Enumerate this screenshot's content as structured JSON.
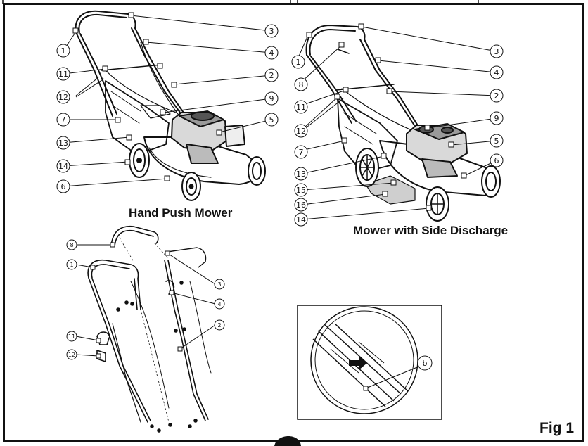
{
  "captions": {
    "hand_push": "Hand Push Mower",
    "side_discharge": "Mower with Side Discharge",
    "figure": "Fig 1"
  },
  "callouts": {
    "hand_push": [
      "3",
      "1",
      "4",
      "11",
      "2",
      "9",
      "12",
      "7",
      "5",
      "13",
      "14",
      "6"
    ],
    "side_discharge": [
      "1",
      "3",
      "8",
      "4",
      "11",
      "2",
      "9",
      "12",
      "5",
      "7",
      "6",
      "13",
      "15",
      "16",
      "14"
    ],
    "exploded": [
      "8",
      "1",
      "3",
      "4",
      "11",
      "2",
      "12"
    ],
    "detail": [
      "b"
    ]
  },
  "colors": {
    "line": "#111111",
    "frame": "#111111",
    "background": "#ffffff"
  }
}
